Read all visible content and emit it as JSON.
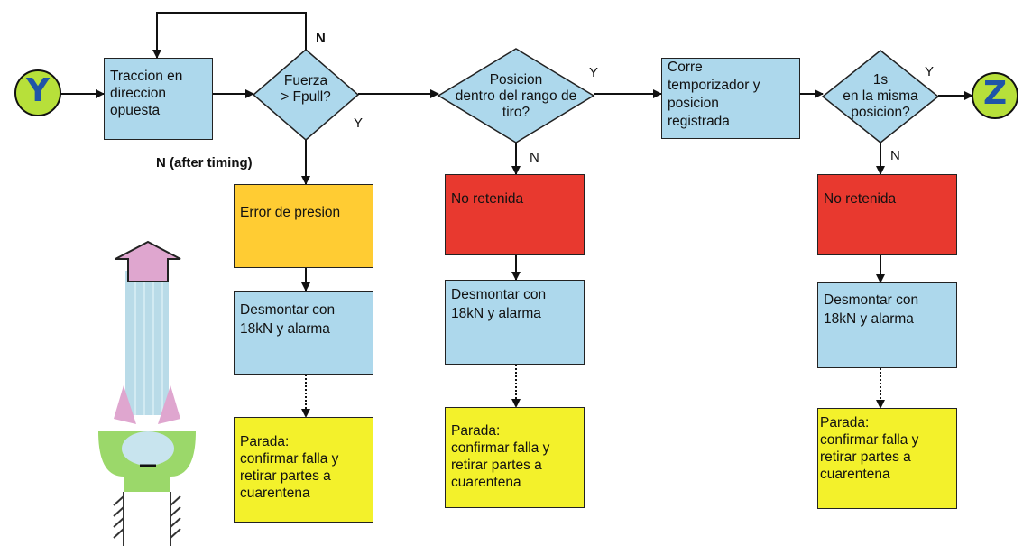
{
  "connectors": {
    "start": "Y",
    "end": "Z"
  },
  "decisions": {
    "fuerza": "Fuerza\n> Fpull?",
    "posicion": "Posicion\ndentro del rango de\ntiro?",
    "tiempo": "1s\nen la misma\nposicion?"
  },
  "boxes": {
    "traccion": "Traccion en\ndireccion\nopuesta",
    "corre": "Corre\ntemporizador y\nposicion\nregistrada",
    "error": "Error de presion",
    "no_retenida_1": "No retenida",
    "no_retenida_2": "No retenida",
    "desmontar_1": "Desmontar con\n18kN y alarma",
    "desmontar_2": "Desmontar con\n18kN y alarma",
    "desmontar_3": "Desmontar con\n18kN y alarma",
    "parada_1": "Parada:\nconfirmar falla y\nretirar partes a\ncuarentena",
    "parada_2": "Parada:\nconfirmar falla y\nretirar partes a\ncuarentena",
    "parada_3": "Parada:\nconfirmar falla y\nretirar partes a\ncuarentena"
  },
  "labels": {
    "n_loop": "N",
    "n_after_timing": "N (after timing)",
    "y_fuerza": "Y",
    "y_posicion": "Y",
    "n_posicion": "N",
    "y_tiempo": "Y",
    "n_tiempo": "N"
  },
  "colors": {
    "process": "#add8ec",
    "error": "#ffcc33",
    "fail": "#e8392f",
    "stop": "#f3f12b",
    "connector": "#b7e03a",
    "connector_text": "#1f55a8",
    "illustration_arrow": "#dfa6cf",
    "illustration_base": "#9bd86a"
  }
}
